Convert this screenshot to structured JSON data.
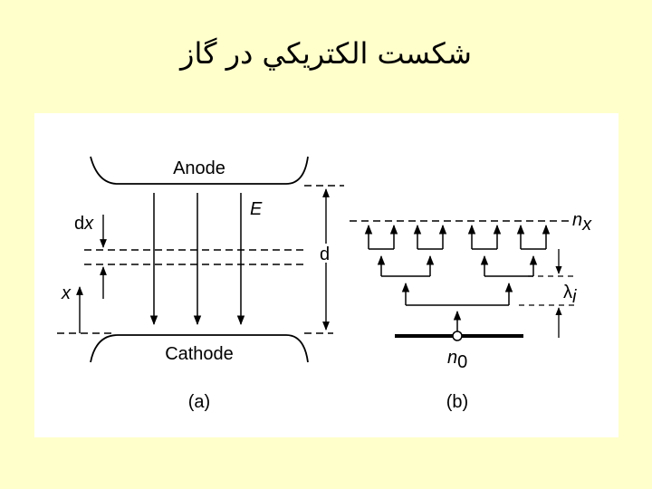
{
  "slide": {
    "title": "شکست الكتريكي در گاز",
    "background": "#FFFFCC",
    "panel_background": "#FFFFFF"
  },
  "diagram_a": {
    "anode": "Anode",
    "cathode": "Cathode",
    "field_label": "E",
    "dx_d": "d",
    "dx_x": "x",
    "x_label": "x",
    "gap_label": "d",
    "caption": "(a)"
  },
  "diagram_b": {
    "nx_n": "n",
    "nx_sub": "x",
    "lambda": "λ",
    "lambda_sub": "i",
    "n0_n": "n",
    "n0_sub": "0",
    "caption": "(b)"
  }
}
